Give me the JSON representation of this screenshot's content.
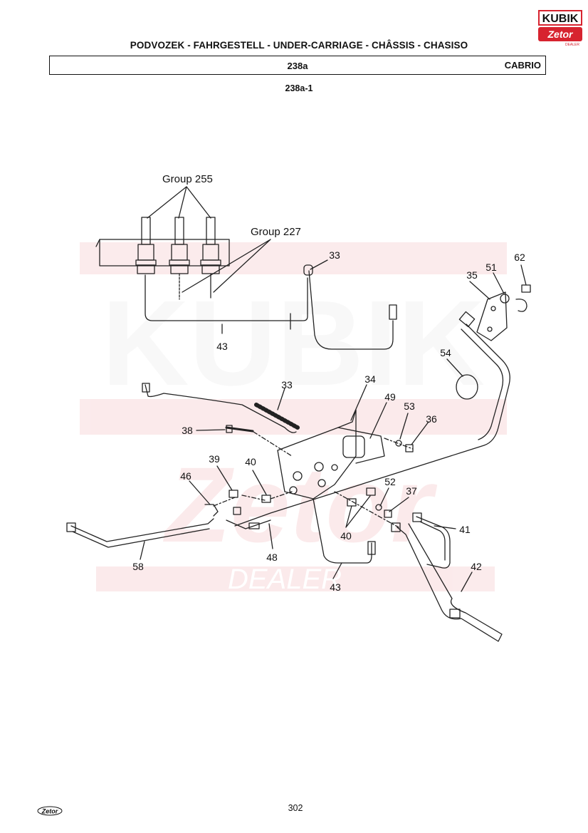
{
  "header": {
    "title": "PODVOZEK - FAHRGESTELL - UNDER-CARRIAGE - CHÂSSIS - CHASISO",
    "group": "238a",
    "variant": "CABRIO",
    "subfigure": "238a-1"
  },
  "brand": {
    "kubik_text": "KUBIK",
    "zetor_text": "Zetor",
    "dealer_text": "DEALER",
    "red": "#d7232f"
  },
  "diagram": {
    "group_labels": [
      "Group 255",
      "Group 227"
    ],
    "callouts": [
      "33",
      "43",
      "33",
      "34",
      "49",
      "53",
      "36",
      "38",
      "39",
      "40",
      "46",
      "58",
      "48",
      "52",
      "37",
      "41",
      "40",
      "43",
      "42",
      "35",
      "51",
      "62",
      "54"
    ]
  },
  "footer": {
    "page_number": "302",
    "logo_text": "Zetor"
  }
}
